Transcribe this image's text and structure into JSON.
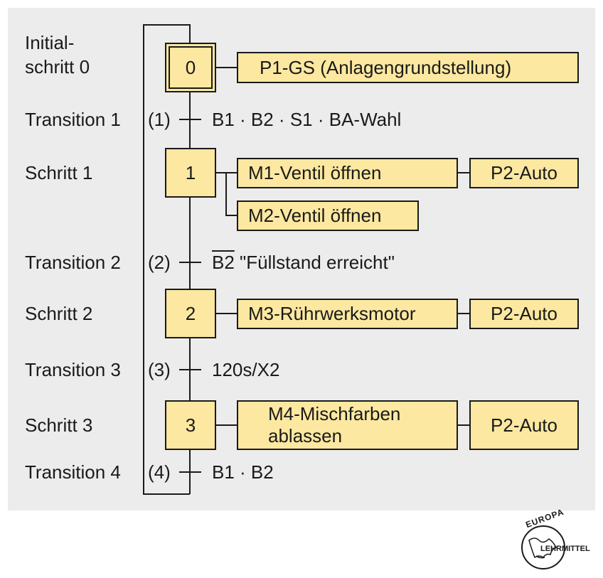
{
  "labels": {
    "initial_line1": "Initial-",
    "initial_line2": "schritt 0",
    "t1": "Transition 1",
    "s1": "Schritt 1",
    "t2": "Transition 2",
    "s2": "Schritt 2",
    "t3": "Transition 3",
    "s3": "Schritt 3",
    "t4": "Transition 4"
  },
  "transition_numbers": {
    "t1": "(1)",
    "t2": "(2)",
    "t3": "(3)",
    "t4": "(4)"
  },
  "conditions": {
    "t1": "B1 · B2 · S1 · BA-Wahl",
    "t2_signal": "B2",
    "t2_text": "\"Füllstand erreicht\"",
    "t3": "120s/X2",
    "t4": "B1 · B2"
  },
  "steps": {
    "s0": "0",
    "s1": "1",
    "s2": "2",
    "s3": "3"
  },
  "actions": {
    "s0": "P1-GS (Anlagengrundstellung)",
    "s1_a": "M1-Ventil öffnen",
    "s1_b": "M2-Ventil öffnen",
    "s1_c": "P2-Auto",
    "s2_a": "M3-Rührwerksmotor",
    "s2_b": "P2-Auto",
    "s3_a_line1": "M4-Mischfarben",
    "s3_a_line2": "ablassen",
    "s3_b": "P2-Auto"
  },
  "logo": {
    "top": "EUROPA",
    "bottom": "LEHRMITTEL"
  },
  "colors": {
    "box_fill": "#fce8a0",
    "panel": "#ececec",
    "line": "#1a1a1a"
  }
}
